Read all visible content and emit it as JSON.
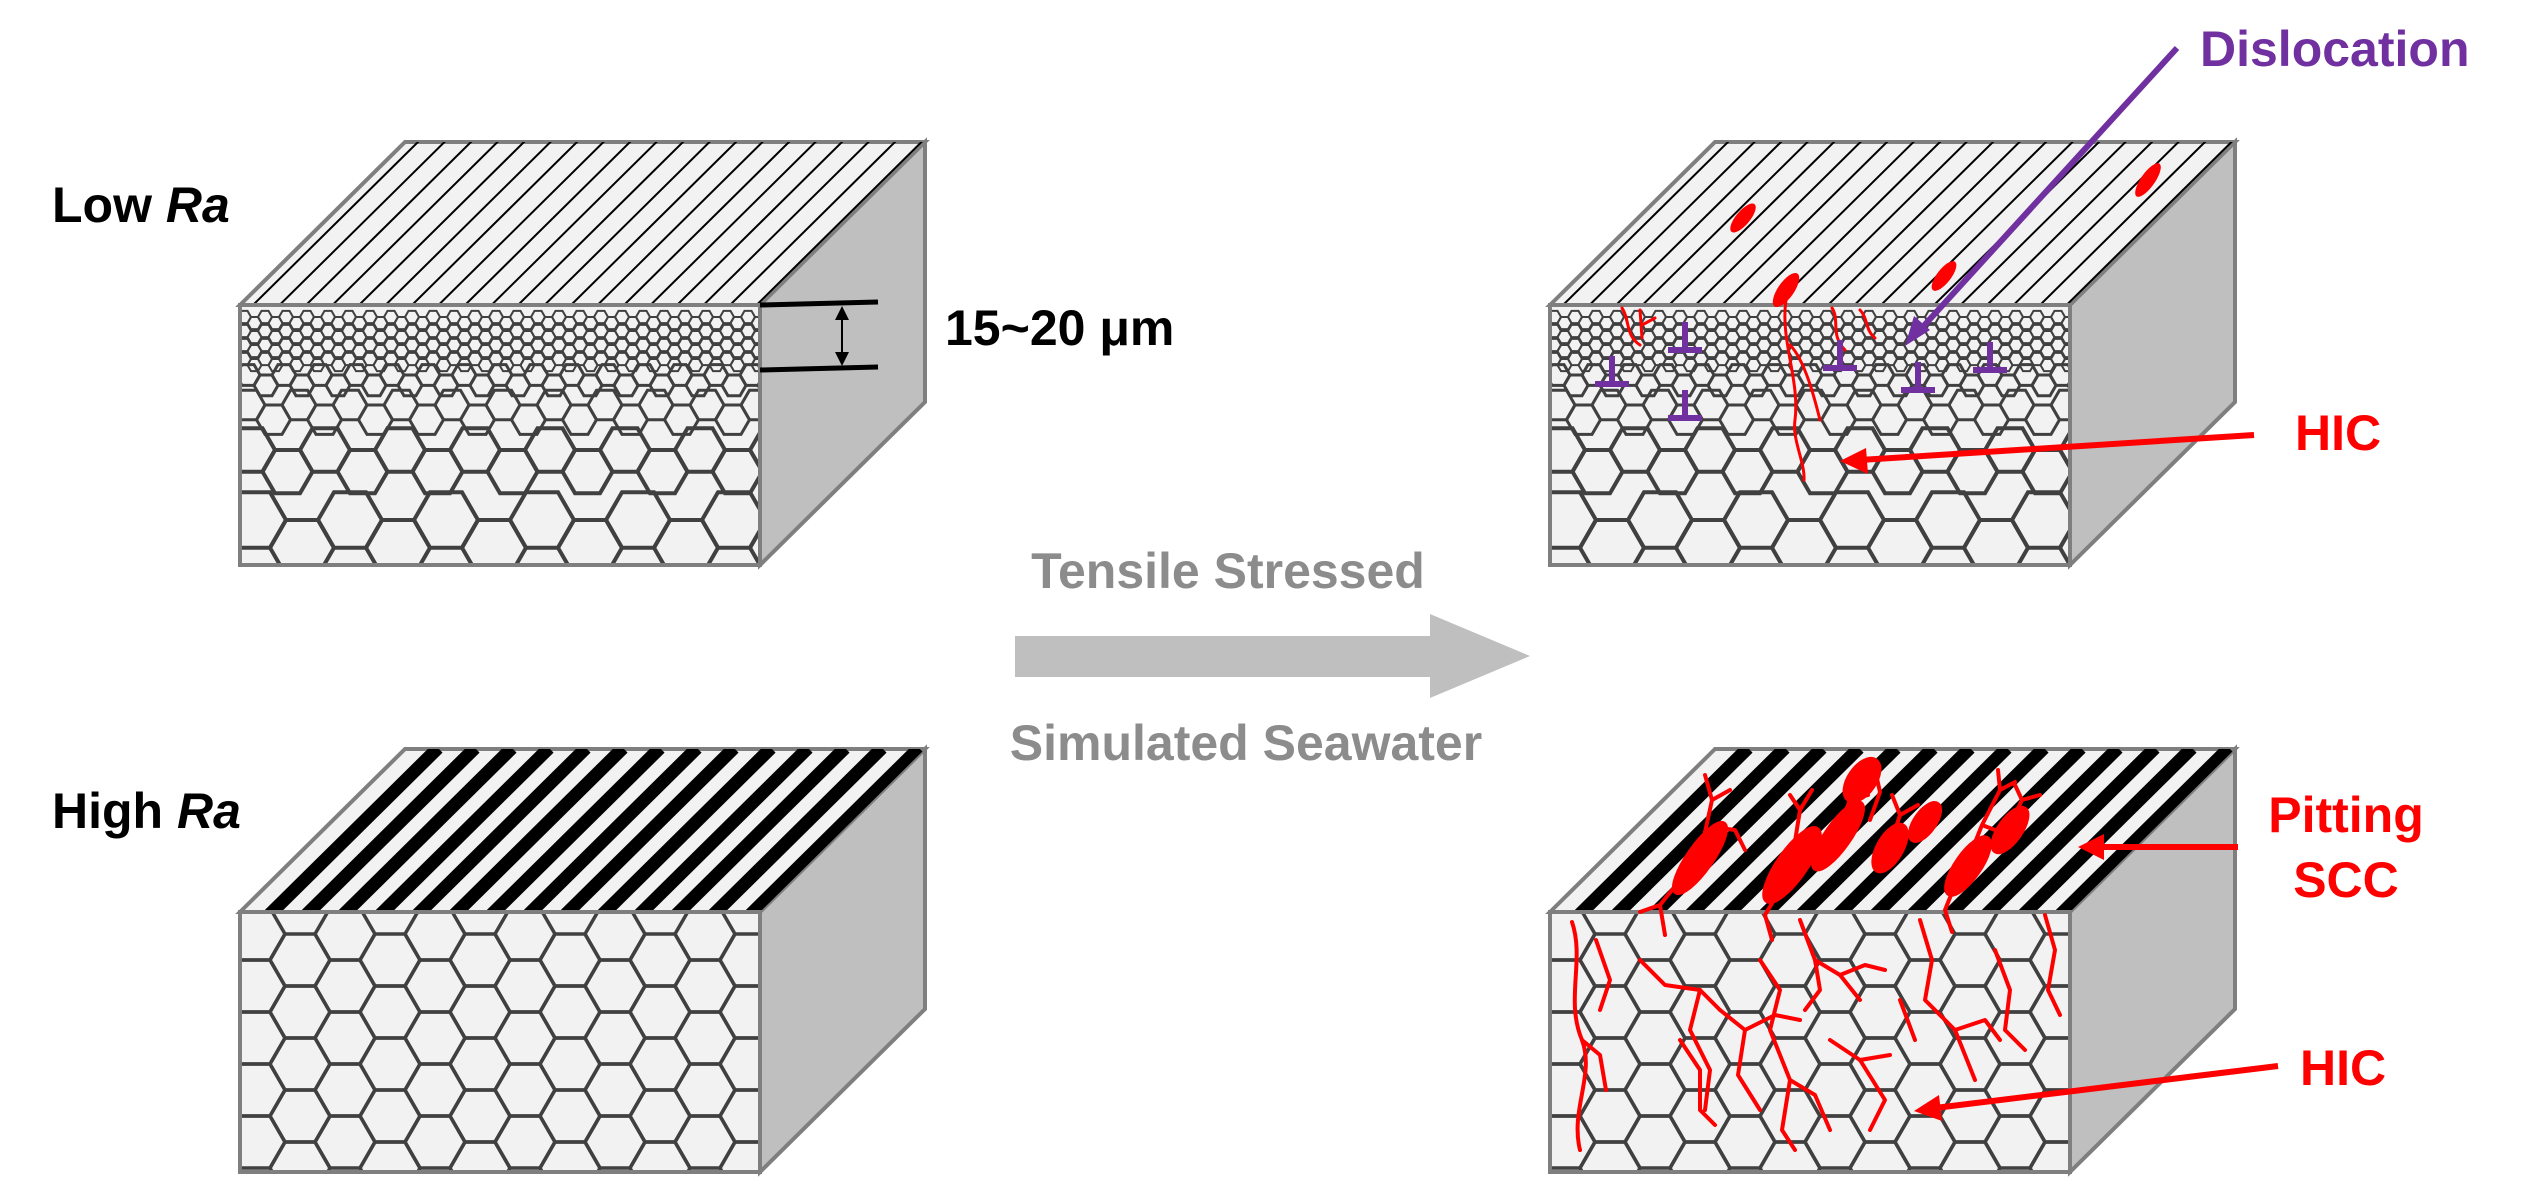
{
  "labels": {
    "low_ra_prefix": "Low ",
    "low_ra_italic": "Ra",
    "high_ra_prefix": "High ",
    "high_ra_italic": "Ra",
    "thickness": "15~20 μm",
    "arrow_top": "Tensile Stressed",
    "arrow_bottom": "Simulated Seawater",
    "dislocation": "Dislocation",
    "hic_top": "HIC",
    "pitting": "Pitting",
    "scc": "SCC",
    "hic_bottom": "HIC"
  },
  "colors": {
    "corrosion": "#ff0000",
    "dislocation": "#7030a0",
    "process_arrow": "#bfbfbf",
    "process_text": "#8c8c8c",
    "block_face": "#f2f2f2",
    "block_side": "#bfbfbf",
    "block_edge": "#7f7f7f",
    "grain_edge": "#404040"
  }
}
